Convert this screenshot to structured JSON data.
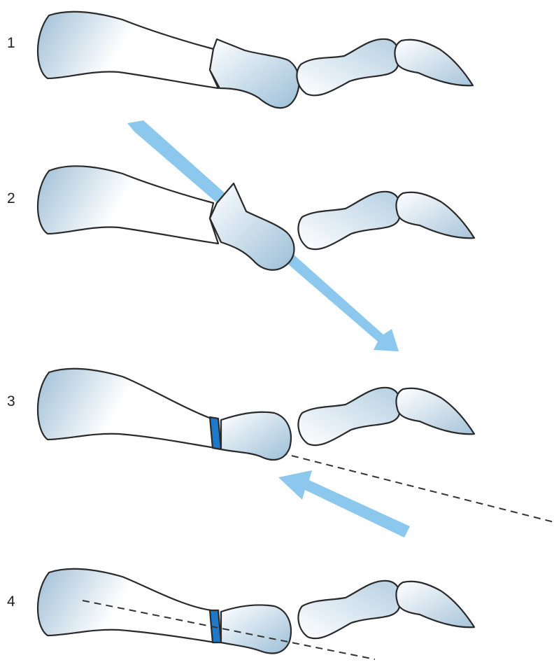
{
  "steps": [
    {
      "label": "1"
    },
    {
      "label": "2"
    },
    {
      "label": "3"
    },
    {
      "label": "4"
    }
  ],
  "colors": {
    "bone_outline": "#2a2a2a",
    "bone_fill_light": "#ffffff",
    "bone_fill_shade": "#a9c6dc",
    "arrow": "#8cc8ee",
    "wedge": "#1f78c8",
    "dash": "#333333"
  },
  "icons": [
    "metacarpal-bone",
    "proximal-phalanx-bone",
    "middle-phalanx-bone",
    "distal-phalanx-bone",
    "correction-arrow",
    "bone-graft-wedge",
    "axis-line"
  ]
}
